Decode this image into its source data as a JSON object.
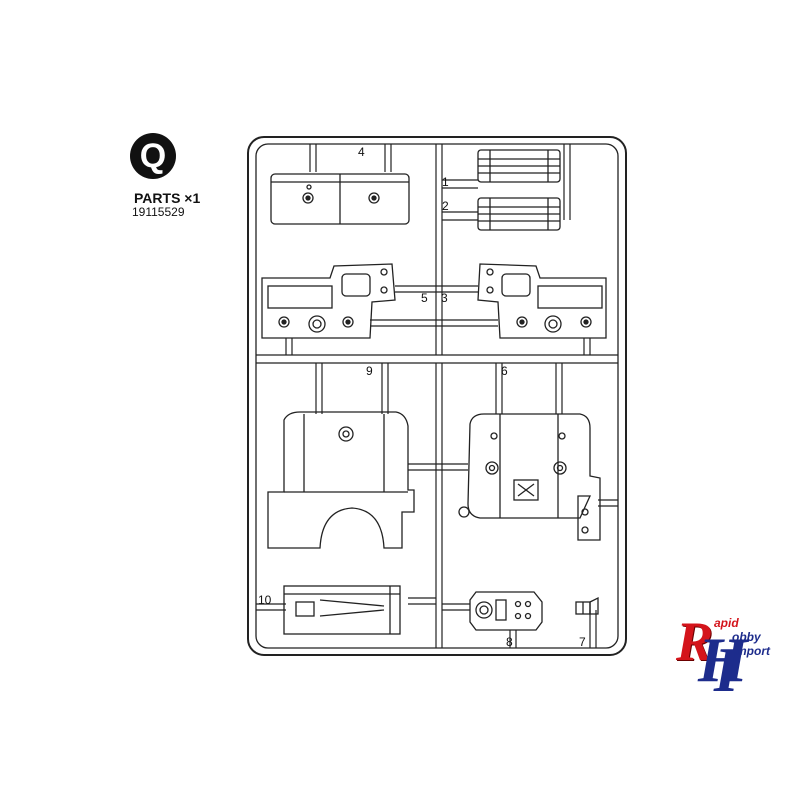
{
  "header": {
    "badge_letter": "Q",
    "parts_label": "PARTS ×1",
    "part_code": "19115529"
  },
  "part_numbers": {
    "p1": "1",
    "p2": "2",
    "p3": "3",
    "p4": "4",
    "p5": "5",
    "p6": "6",
    "p7": "7",
    "p8": "8",
    "p9": "9",
    "p10": "10"
  },
  "logo": {
    "r": "R",
    "h": "H",
    "I": "I",
    "word1": "apid",
    "word2": "obby",
    "word3": "mport",
    "colors": {
      "red": "#d4141b",
      "blue": "#1d2c8c"
    }
  }
}
